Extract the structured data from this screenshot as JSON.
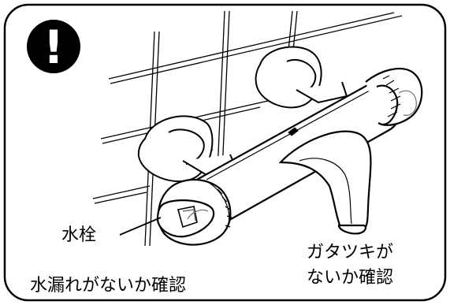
{
  "warning_icon": {
    "icon": "exclamation-mandatory-icon",
    "symbol": "!"
  },
  "labels": {
    "faucet": "水栓",
    "wobble_check_line1": "ガタツキが",
    "wobble_check_line2": "ないか確認",
    "leak_check": "水漏れがないか確認"
  },
  "colors": {
    "ink": "#000000",
    "paper": "#ffffff",
    "shade": "#6e6e6e"
  }
}
